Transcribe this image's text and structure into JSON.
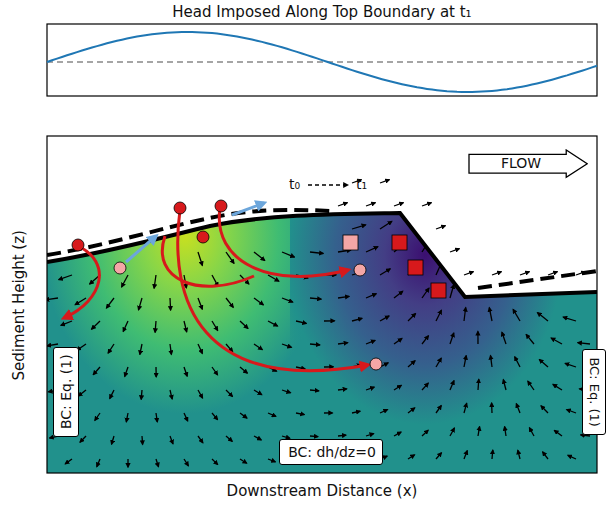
{
  "diagram": {
    "title": "Head Imposed Along Top Boundary at t₁",
    "nodes": [
      {
        "text": [
          "FLOW"
        ]
      },
      {
        "text": [
          "BC: Eq. (1)"
        ]
      },
      {
        "text": [
          "BC: Eq. (1)"
        ]
      },
      {
        "text": [
          "BC: dh/dz=0"
        ]
      }
    ],
    "labels": [
      "t₀",
      "t₁",
      "Sediment Height (z)",
      "Downstream Distance (x)"
    ]
  }
}
